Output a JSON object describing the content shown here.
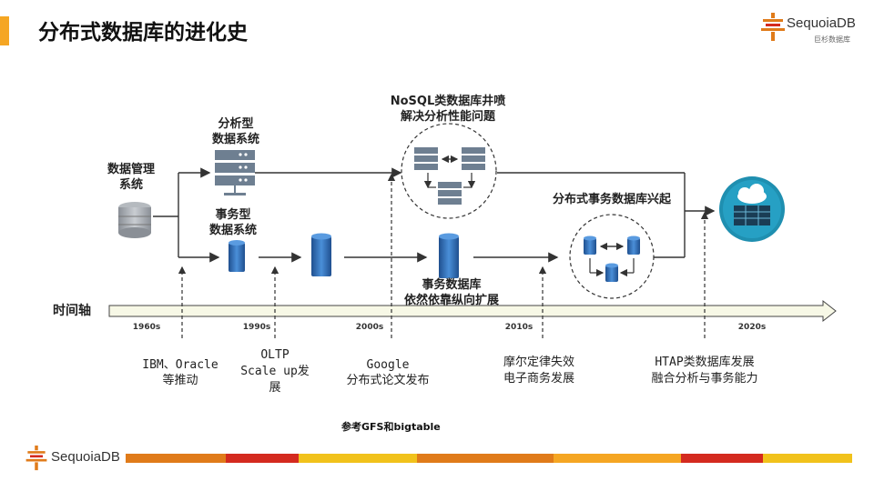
{
  "title": "分布式数据库的进化史",
  "logo": {
    "brand": "SequoiaDB",
    "sub": "巨杉数据库"
  },
  "nodes": {
    "dbms_line1": "数据管理",
    "dbms_line2": "系统",
    "analytic_line1": "分析型",
    "analytic_line2": "数据系统",
    "transactional_line1": "事务型",
    "transactional_line2": "数据系统",
    "nosql_line1": "NoSQL类数据库井喷",
    "nosql_line2": "解决分析性能问题",
    "txdb_line1": "事务数据库",
    "txdb_line2": "依然依靠纵向扩展",
    "dist_tx": "分布式事务数据库兴起"
  },
  "timeline": {
    "label": "时间轴",
    "ticks": [
      "1960s",
      "1990s",
      "2000s",
      "2010s",
      "2020s"
    ]
  },
  "events": [
    {
      "line1": "IBM、Oracle",
      "line2": "等推动",
      "line3": ""
    },
    {
      "line1": "OLTP",
      "line2": "Scale up发",
      "line3": "展"
    },
    {
      "line1": "Google",
      "line2": "分布式论文发布",
      "line3": ""
    },
    {
      "line1": "摩尔定律失效",
      "line2": "电子商务发展",
      "line3": ""
    },
    {
      "line1": "HTAP类数据库发展",
      "line2": "融合分析与事务能力",
      "line3": ""
    }
  ],
  "note": "参考GFS和bigtable",
  "colors": {
    "accent": "#f5a623",
    "blue": "#2f6fb8",
    "slate": "#6e7f91",
    "teal": "#1f8fb0",
    "stripe": [
      "#e07b1a",
      "#d42a1f",
      "#f1c21b",
      "#e07b1a",
      "#f5a623",
      "#d42a1f",
      "#f1c21b"
    ]
  }
}
